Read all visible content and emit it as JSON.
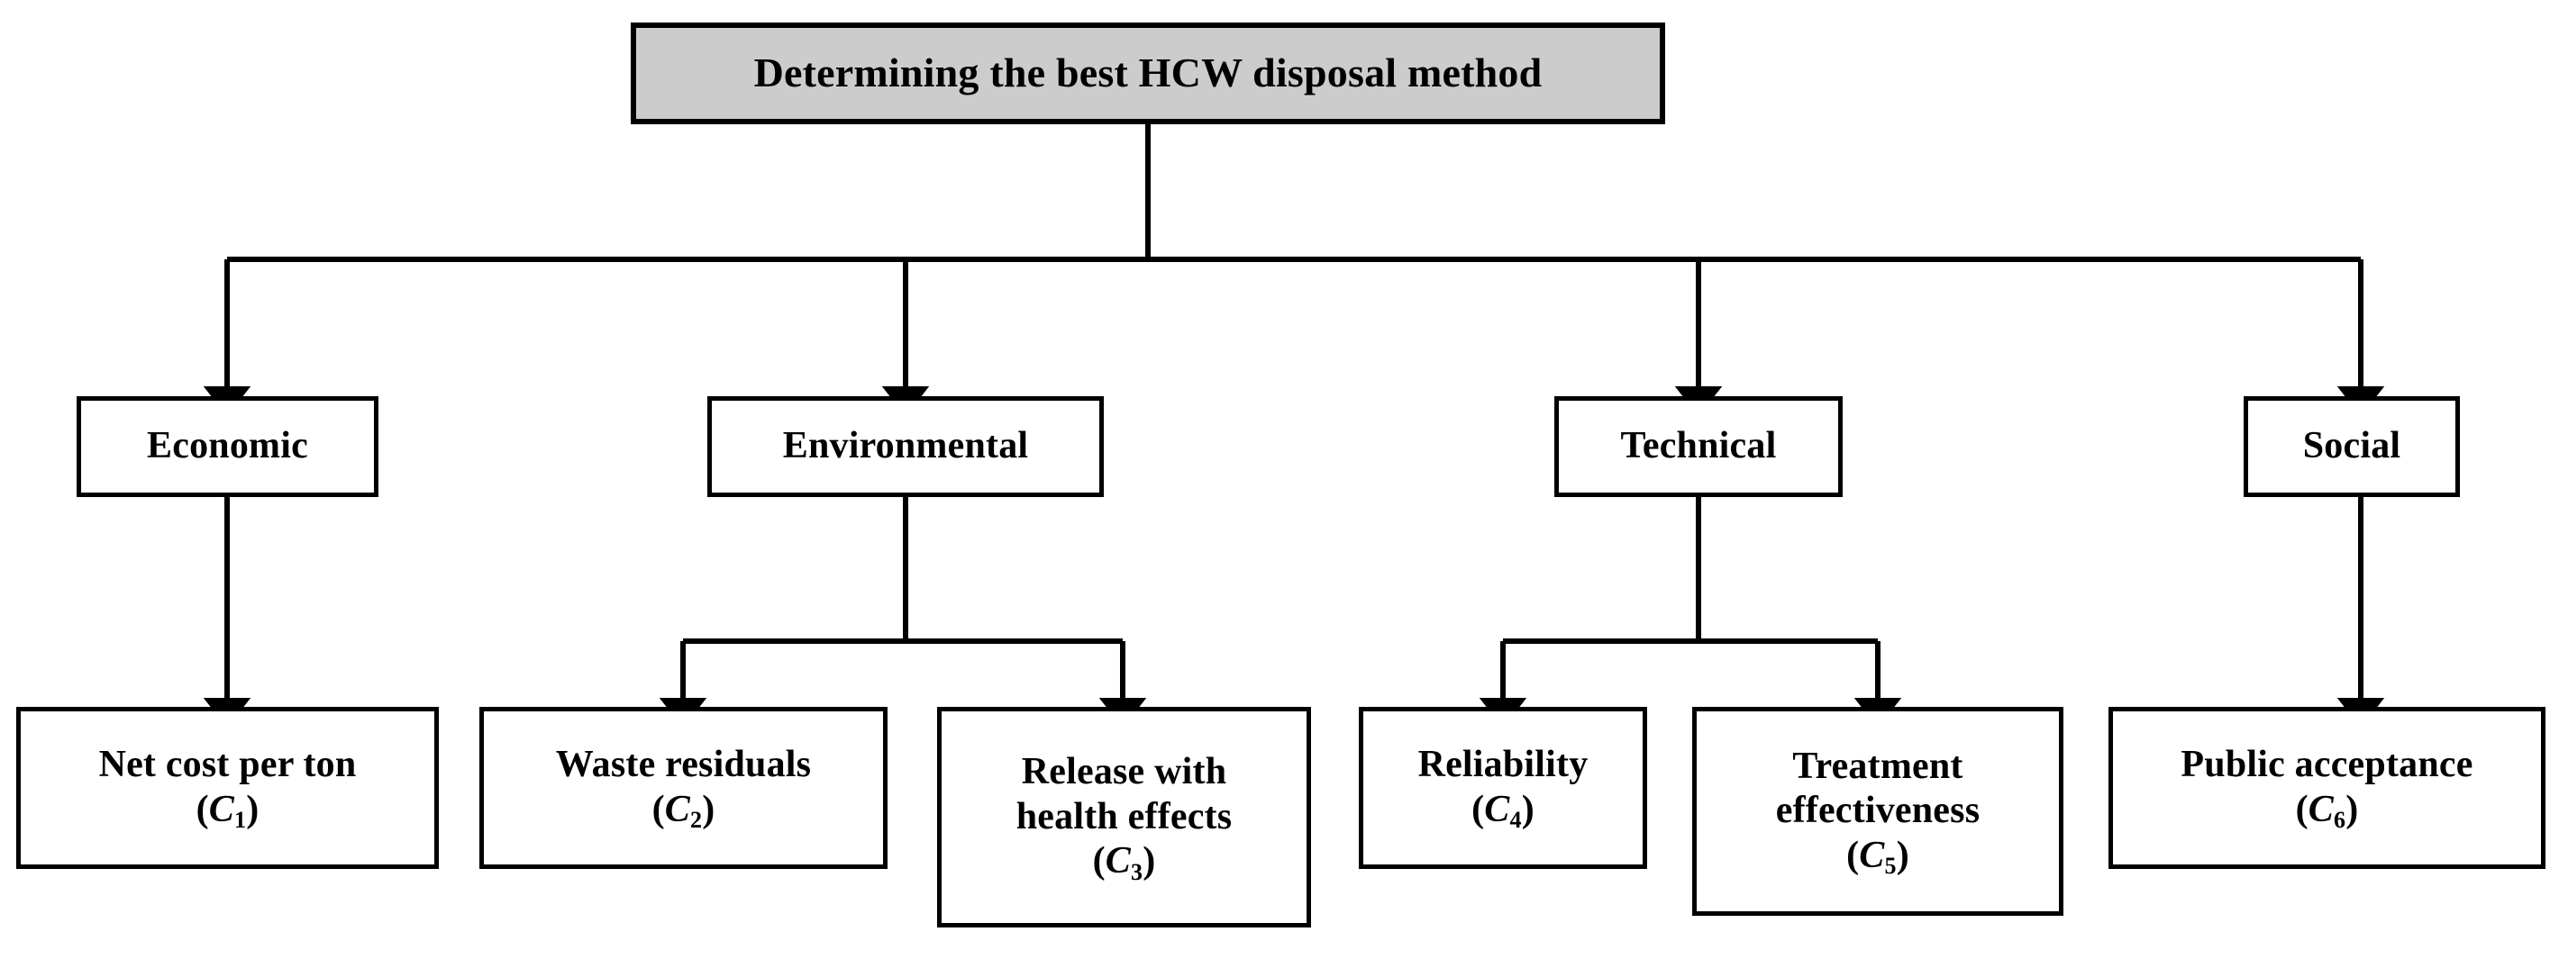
{
  "diagram": {
    "title": "Determining the best HCW disposal method",
    "type": "hierarchy-tree",
    "colors": {
      "root_fill": "#cccccc",
      "node_fill": "#ffffff",
      "stroke": "#000000",
      "background": "#ffffff"
    },
    "root": {
      "label": "Determining the best HCW disposal method"
    },
    "criteria": [
      {
        "label": "Economic"
      },
      {
        "label": "Environmental"
      },
      {
        "label": "Technical"
      },
      {
        "label": "Social"
      }
    ],
    "subcriteria": [
      {
        "label": "Net cost per ton",
        "code": "C",
        "index": "1",
        "parent": "Economic"
      },
      {
        "label": "Waste residuals",
        "code": "C",
        "index": "2",
        "parent": "Environmental"
      },
      {
        "label": "Release with\nhealth effects",
        "code": "C",
        "index": "3",
        "parent": "Environmental"
      },
      {
        "label": "Reliability",
        "code": "C",
        "index": "4",
        "parent": "Technical"
      },
      {
        "label": "Treatment\neffectiveness",
        "code": "C",
        "index": "5",
        "parent": "Technical"
      },
      {
        "label": "Public acceptance",
        "code": "C",
        "index": "6",
        "parent": "Social"
      }
    ]
  }
}
